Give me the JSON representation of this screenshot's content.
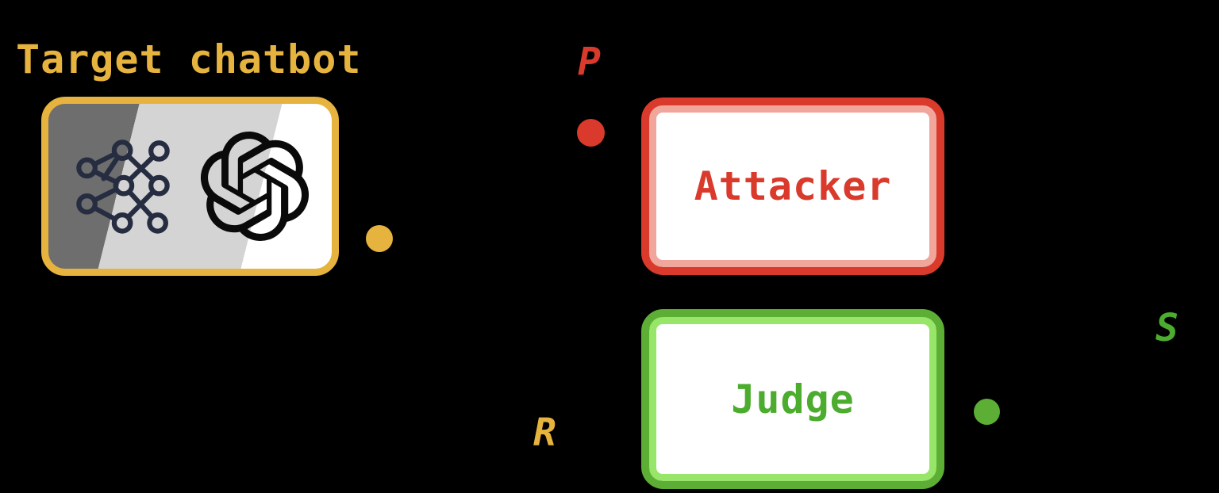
{
  "title": {
    "text": "Target chatbot"
  },
  "nodes": {
    "target": {
      "label": "Target chatbot",
      "border_color": "#E6B33E",
      "icons": [
        "neural-network-icon",
        "openai-logo-icon"
      ]
    },
    "attacker": {
      "label": "Attacker",
      "border_color": "#D93A2B",
      "inner_border_color": "#F0A69A",
      "text_color": "#D93A2B"
    },
    "judge": {
      "label": "Judge",
      "border_color": "#5CAE34",
      "inner_border_color": "#97E569",
      "text_color": "#4BAC2D"
    }
  },
  "flow_labels": {
    "prompt": {
      "text": "P",
      "color": "#D93A2B"
    },
    "response": {
      "text": "R",
      "color": "#E6B33E"
    },
    "score": {
      "text": "S",
      "color": "#4BAC2D"
    }
  },
  "dots": {
    "target_output": {
      "name": "gold-dot",
      "color": "#E6B33E"
    },
    "attacker_input": {
      "name": "red-dot",
      "color": "#D93A2B"
    },
    "judge_output": {
      "name": "green-dot",
      "color": "#5CAE34"
    }
  },
  "colors": {
    "bg": "#000000",
    "gold": "#E6B33E",
    "red": "#D93A2B",
    "red_light": "#F0A69A",
    "green": "#5CAE34",
    "green_light": "#97E569",
    "green_text": "#4BAC2D",
    "navy": "#272D41",
    "band_dark": "#6E6E6E",
    "band_mid": "#D4D4D4",
    "band_light": "#FFFFFF",
    "logo_black": "#0A0A0A"
  }
}
